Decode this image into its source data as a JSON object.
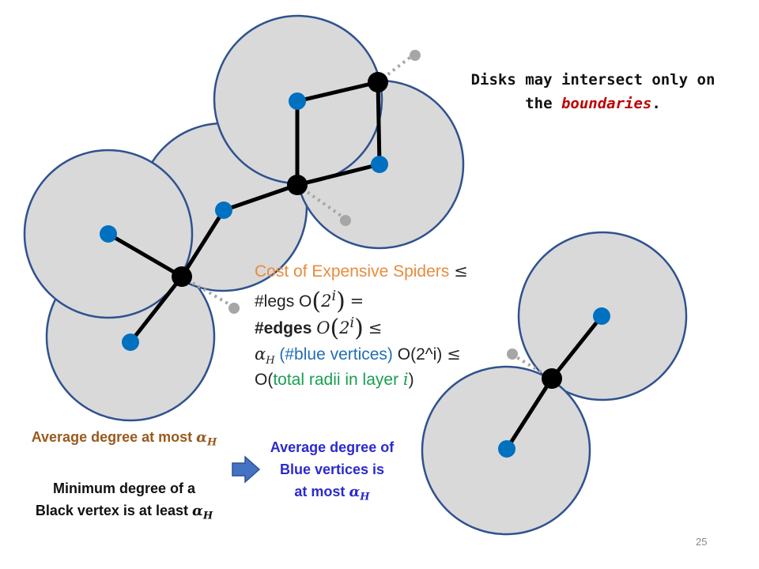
{
  "note": {
    "line1": "Disks may intersect only on",
    "line2_prefix": "the ",
    "line2_emph": "boundaries",
    "line2_suffix": "."
  },
  "cost": {
    "l1_text": "Cost of Expensive Spiders",
    "l1_op": "≤",
    "l2_text": "#legs O",
    "l2_inner": "2",
    "l2_sup": "i",
    "l2_op": "=",
    "l3_text": "#edges",
    "l3_o": "O",
    "l3_inner": "2",
    "l3_sup": "i",
    "l3_op": "≤",
    "l4_alpha": "α",
    "l4_sub": "H",
    "l4_blue": "(#blue vertices)",
    "l4_rest": "O(2^i)",
    "l4_op": "≤",
    "l5_open": "O(",
    "l5_green": "total radii in layer",
    "l5_i": "i",
    "l5_close": ")"
  },
  "captions": {
    "avg_left": "Average degree at most",
    "min_l1": "Minimum degree of a",
    "min_l2": "Black vertex is at least",
    "avg_right_l1": "Average degree of",
    "avg_right_l2": "Blue vertices is",
    "avg_right_l3": "at most",
    "alpha": "α",
    "alpha_sub": "H"
  },
  "page_number": "25",
  "colors": {
    "disk_fill": "#d9d9d9",
    "disk_stroke": "#2f528f",
    "blue_vertex": "#0070c0",
    "black_vertex": "#000000",
    "dashed_leg": "#a6a6a6",
    "title_orange": "#e88b3c",
    "emphasis_red": "#c00000",
    "arrow_fill": "#4472c4"
  }
}
